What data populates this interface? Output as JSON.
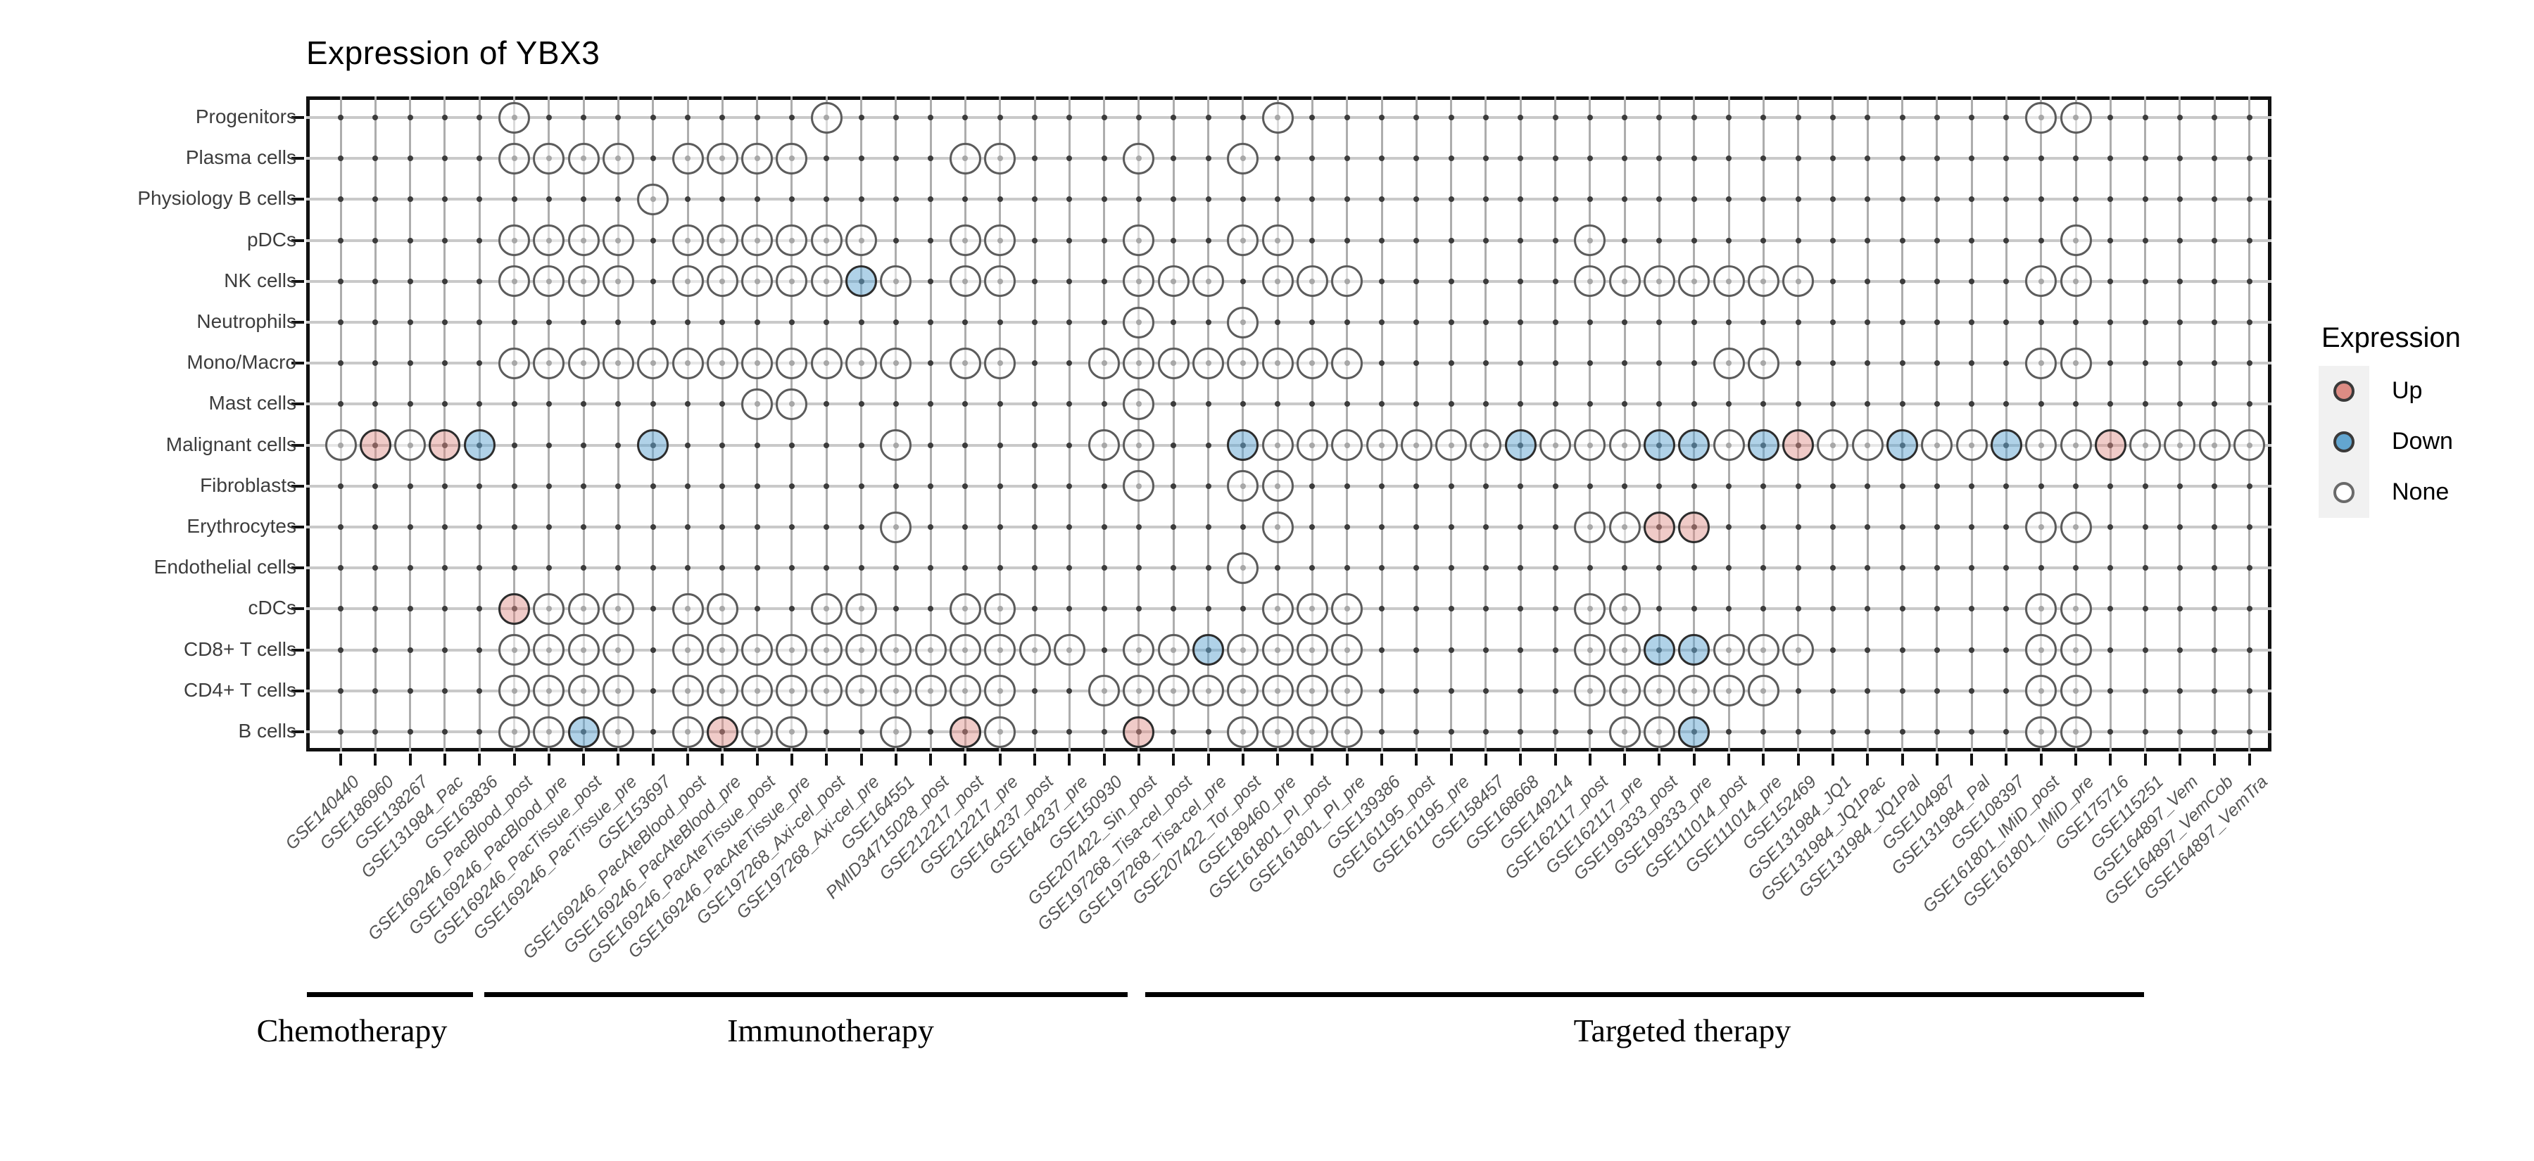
{
  "title": "Expression of YBX3",
  "legend": {
    "title": "Expression",
    "items": [
      {
        "label": "Up",
        "key_color": "#dd8c84",
        "plot_fill": "#f0cfca"
      },
      {
        "label": "Down",
        "key_color": "#63a6d0",
        "plot_fill": "#a8cfe7"
      },
      {
        "label": "None",
        "key_color": "#ffffff",
        "plot_fill": "#ffffff"
      }
    ]
  },
  "therapy_groups": [
    {
      "label": "Chemotherapy"
    },
    {
      "label": "Immunotherapy"
    },
    {
      "label": "Targeted therapy"
    }
  ],
  "chart_data": {
    "type": "heatmap",
    "subtype": "categorical-dot-matrix",
    "title": "Expression of YBX3",
    "legend_title": "Expression",
    "value_states": {
      "n": "None",
      "u": "Up",
      "d": "Down"
    },
    "x_categories": [
      "GSE140440",
      "GSE186960",
      "GSE138267",
      "GSE131984_Pac",
      "GSE163836",
      "GSE169246_PacBlood_post",
      "GSE169246_PacBlood_pre",
      "GSE169246_PacTissue_post",
      "GSE169246_PacTissue_pre",
      "GSE153697",
      "GSE169246_PacAteBlood_post",
      "GSE169246_PacAteBlood_pre",
      "GSE169246_PacAteTissue_post",
      "GSE169246_PacAteTissue_pre",
      "GSE197268_Axi-cel_post",
      "GSE197268_Axi-cel_pre",
      "GSE164551",
      "PMID34715028_post",
      "GSE212217_post",
      "GSE212217_pre",
      "GSE164237_post",
      "GSE164237_pre",
      "GSE150930",
      "GSE207422_Sin_post",
      "GSE197268_Tisa-cel_post",
      "GSE197268_Tisa-cel_pre",
      "GSE207422_Tor_post",
      "GSE189460_pre",
      "GSE161801_PI_post",
      "GSE161801_PI_pre",
      "GSE139386",
      "GSE161195_post",
      "GSE161195_pre",
      "GSE158457",
      "GSE168668",
      "GSE149214",
      "GSE162117_post",
      "GSE162117_pre",
      "GSE199333_post",
      "GSE199333_pre",
      "GSE111014_post",
      "GSE111014_pre",
      "GSE152469",
      "GSE131984_JQ1",
      "GSE131984_JQ1Pac",
      "GSE131984_JQ1Pal",
      "GSE104987",
      "GSE131984_Pal",
      "GSE108397",
      "GSE161801_IMiD_post",
      "GSE161801_IMiD_pre",
      "GSE175716",
      "GSE115251",
      "GSE164897_Vem",
      "GSE164897_VemCob",
      "GSE164897_VemTra"
    ],
    "y_categories": [
      "Progenitors",
      "Plasma cells",
      "Physiology B cells",
      "pDCs",
      "NK cells",
      "Neutrophils",
      "Mono/Macro",
      "Mast cells",
      "Malignant cells",
      "Fibroblasts",
      "Erythrocytes",
      "Endothelial cells",
      "cDCs",
      "CD8+ T cells",
      "CD4+ T cells",
      "B cells"
    ],
    "group_spans": [
      {
        "label": "Chemotherapy",
        "first_col": 1,
        "last_col": 4
      },
      {
        "label": "Immunotherapy",
        "first_col": 5,
        "last_col": 23
      },
      {
        "label": "Targeted therapy",
        "first_col": 24,
        "last_col": 52
      }
    ],
    "points": [
      [
        6,
        1,
        "n"
      ],
      [
        15,
        1,
        "n"
      ],
      [
        28,
        1,
        "n"
      ],
      [
        50,
        1,
        "n"
      ],
      [
        51,
        1,
        "n"
      ],
      [
        6,
        2,
        "n"
      ],
      [
        7,
        2,
        "n"
      ],
      [
        8,
        2,
        "n"
      ],
      [
        9,
        2,
        "n"
      ],
      [
        11,
        2,
        "n"
      ],
      [
        12,
        2,
        "n"
      ],
      [
        13,
        2,
        "n"
      ],
      [
        14,
        2,
        "n"
      ],
      [
        19,
        2,
        "n"
      ],
      [
        20,
        2,
        "n"
      ],
      [
        24,
        2,
        "n"
      ],
      [
        27,
        2,
        "n"
      ],
      [
        10,
        3,
        "n"
      ],
      [
        6,
        4,
        "n"
      ],
      [
        7,
        4,
        "n"
      ],
      [
        8,
        4,
        "n"
      ],
      [
        9,
        4,
        "n"
      ],
      [
        11,
        4,
        "n"
      ],
      [
        12,
        4,
        "n"
      ],
      [
        13,
        4,
        "n"
      ],
      [
        14,
        4,
        "n"
      ],
      [
        15,
        4,
        "n"
      ],
      [
        16,
        4,
        "n"
      ],
      [
        19,
        4,
        "n"
      ],
      [
        20,
        4,
        "n"
      ],
      [
        24,
        4,
        "n"
      ],
      [
        27,
        4,
        "n"
      ],
      [
        28,
        4,
        "n"
      ],
      [
        37,
        4,
        "n"
      ],
      [
        51,
        4,
        "n"
      ],
      [
        6,
        5,
        "n"
      ],
      [
        7,
        5,
        "n"
      ],
      [
        8,
        5,
        "n"
      ],
      [
        9,
        5,
        "n"
      ],
      [
        11,
        5,
        "n"
      ],
      [
        12,
        5,
        "n"
      ],
      [
        13,
        5,
        "n"
      ],
      [
        14,
        5,
        "n"
      ],
      [
        15,
        5,
        "n"
      ],
      [
        16,
        5,
        "d"
      ],
      [
        17,
        5,
        "n"
      ],
      [
        19,
        5,
        "n"
      ],
      [
        20,
        5,
        "n"
      ],
      [
        24,
        5,
        "n"
      ],
      [
        25,
        5,
        "n"
      ],
      [
        26,
        5,
        "n"
      ],
      [
        28,
        5,
        "n"
      ],
      [
        29,
        5,
        "n"
      ],
      [
        30,
        5,
        "n"
      ],
      [
        37,
        5,
        "n"
      ],
      [
        38,
        5,
        "n"
      ],
      [
        39,
        5,
        "n"
      ],
      [
        40,
        5,
        "n"
      ],
      [
        41,
        5,
        "n"
      ],
      [
        42,
        5,
        "n"
      ],
      [
        43,
        5,
        "n"
      ],
      [
        50,
        5,
        "n"
      ],
      [
        51,
        5,
        "n"
      ],
      [
        24,
        6,
        "n"
      ],
      [
        27,
        6,
        "n"
      ],
      [
        6,
        7,
        "n"
      ],
      [
        7,
        7,
        "n"
      ],
      [
        8,
        7,
        "n"
      ],
      [
        9,
        7,
        "n"
      ],
      [
        10,
        7,
        "n"
      ],
      [
        11,
        7,
        "n"
      ],
      [
        12,
        7,
        "n"
      ],
      [
        13,
        7,
        "n"
      ],
      [
        14,
        7,
        "n"
      ],
      [
        15,
        7,
        "n"
      ],
      [
        16,
        7,
        "n"
      ],
      [
        17,
        7,
        "n"
      ],
      [
        19,
        7,
        "n"
      ],
      [
        20,
        7,
        "n"
      ],
      [
        23,
        7,
        "n"
      ],
      [
        24,
        7,
        "n"
      ],
      [
        25,
        7,
        "n"
      ],
      [
        26,
        7,
        "n"
      ],
      [
        27,
        7,
        "n"
      ],
      [
        28,
        7,
        "n"
      ],
      [
        29,
        7,
        "n"
      ],
      [
        30,
        7,
        "n"
      ],
      [
        41,
        7,
        "n"
      ],
      [
        42,
        7,
        "n"
      ],
      [
        50,
        7,
        "n"
      ],
      [
        51,
        7,
        "n"
      ],
      [
        13,
        8,
        "n"
      ],
      [
        14,
        8,
        "n"
      ],
      [
        24,
        8,
        "n"
      ],
      [
        1,
        9,
        "n"
      ],
      [
        2,
        9,
        "u"
      ],
      [
        3,
        9,
        "n"
      ],
      [
        4,
        9,
        "u"
      ],
      [
        5,
        9,
        "d"
      ],
      [
        10,
        9,
        "d"
      ],
      [
        17,
        9,
        "n"
      ],
      [
        23,
        9,
        "n"
      ],
      [
        24,
        9,
        "n"
      ],
      [
        27,
        9,
        "d"
      ],
      [
        28,
        9,
        "n"
      ],
      [
        29,
        9,
        "n"
      ],
      [
        30,
        9,
        "n"
      ],
      [
        31,
        9,
        "n"
      ],
      [
        32,
        9,
        "n"
      ],
      [
        33,
        9,
        "n"
      ],
      [
        34,
        9,
        "n"
      ],
      [
        35,
        9,
        "d"
      ],
      [
        36,
        9,
        "n"
      ],
      [
        37,
        9,
        "n"
      ],
      [
        38,
        9,
        "n"
      ],
      [
        39,
        9,
        "d"
      ],
      [
        40,
        9,
        "d"
      ],
      [
        41,
        9,
        "n"
      ],
      [
        42,
        9,
        "d"
      ],
      [
        43,
        9,
        "u"
      ],
      [
        44,
        9,
        "n"
      ],
      [
        45,
        9,
        "n"
      ],
      [
        46,
        9,
        "d"
      ],
      [
        47,
        9,
        "n"
      ],
      [
        48,
        9,
        "n"
      ],
      [
        49,
        9,
        "d"
      ],
      [
        50,
        9,
        "n"
      ],
      [
        51,
        9,
        "n"
      ],
      [
        52,
        9,
        "u"
      ],
      [
        53,
        9,
        "n"
      ],
      [
        54,
        9,
        "n"
      ],
      [
        55,
        9,
        "n"
      ],
      [
        56,
        9,
        "n"
      ],
      [
        24,
        10,
        "n"
      ],
      [
        27,
        10,
        "n"
      ],
      [
        28,
        10,
        "n"
      ],
      [
        17,
        11,
        "n"
      ],
      [
        28,
        11,
        "n"
      ],
      [
        37,
        11,
        "n"
      ],
      [
        38,
        11,
        "n"
      ],
      [
        39,
        11,
        "u"
      ],
      [
        40,
        11,
        "u"
      ],
      [
        50,
        11,
        "n"
      ],
      [
        51,
        11,
        "n"
      ],
      [
        27,
        12,
        "n"
      ],
      [
        6,
        13,
        "u"
      ],
      [
        7,
        13,
        "n"
      ],
      [
        8,
        13,
        "n"
      ],
      [
        9,
        13,
        "n"
      ],
      [
        11,
        13,
        "n"
      ],
      [
        12,
        13,
        "n"
      ],
      [
        15,
        13,
        "n"
      ],
      [
        16,
        13,
        "n"
      ],
      [
        19,
        13,
        "n"
      ],
      [
        20,
        13,
        "n"
      ],
      [
        28,
        13,
        "n"
      ],
      [
        29,
        13,
        "n"
      ],
      [
        30,
        13,
        "n"
      ],
      [
        37,
        13,
        "n"
      ],
      [
        38,
        13,
        "n"
      ],
      [
        50,
        13,
        "n"
      ],
      [
        51,
        13,
        "n"
      ],
      [
        6,
        14,
        "n"
      ],
      [
        7,
        14,
        "n"
      ],
      [
        8,
        14,
        "n"
      ],
      [
        9,
        14,
        "n"
      ],
      [
        11,
        14,
        "n"
      ],
      [
        12,
        14,
        "n"
      ],
      [
        13,
        14,
        "n"
      ],
      [
        14,
        14,
        "n"
      ],
      [
        15,
        14,
        "n"
      ],
      [
        16,
        14,
        "n"
      ],
      [
        17,
        14,
        "n"
      ],
      [
        18,
        14,
        "n"
      ],
      [
        19,
        14,
        "n"
      ],
      [
        20,
        14,
        "n"
      ],
      [
        21,
        14,
        "n"
      ],
      [
        22,
        14,
        "n"
      ],
      [
        24,
        14,
        "n"
      ],
      [
        25,
        14,
        "n"
      ],
      [
        26,
        14,
        "d"
      ],
      [
        27,
        14,
        "n"
      ],
      [
        28,
        14,
        "n"
      ],
      [
        29,
        14,
        "n"
      ],
      [
        30,
        14,
        "n"
      ],
      [
        37,
        14,
        "n"
      ],
      [
        38,
        14,
        "n"
      ],
      [
        39,
        14,
        "d"
      ],
      [
        40,
        14,
        "d"
      ],
      [
        41,
        14,
        "n"
      ],
      [
        42,
        14,
        "n"
      ],
      [
        43,
        14,
        "n"
      ],
      [
        50,
        14,
        "n"
      ],
      [
        51,
        14,
        "n"
      ],
      [
        6,
        15,
        "n"
      ],
      [
        7,
        15,
        "n"
      ],
      [
        8,
        15,
        "n"
      ],
      [
        9,
        15,
        "n"
      ],
      [
        11,
        15,
        "n"
      ],
      [
        12,
        15,
        "n"
      ],
      [
        13,
        15,
        "n"
      ],
      [
        14,
        15,
        "n"
      ],
      [
        15,
        15,
        "n"
      ],
      [
        16,
        15,
        "n"
      ],
      [
        17,
        15,
        "n"
      ],
      [
        18,
        15,
        "n"
      ],
      [
        19,
        15,
        "n"
      ],
      [
        20,
        15,
        "n"
      ],
      [
        23,
        15,
        "n"
      ],
      [
        24,
        15,
        "n"
      ],
      [
        25,
        15,
        "n"
      ],
      [
        26,
        15,
        "n"
      ],
      [
        27,
        15,
        "n"
      ],
      [
        28,
        15,
        "n"
      ],
      [
        29,
        15,
        "n"
      ],
      [
        30,
        15,
        "n"
      ],
      [
        37,
        15,
        "n"
      ],
      [
        38,
        15,
        "n"
      ],
      [
        39,
        15,
        "n"
      ],
      [
        40,
        15,
        "n"
      ],
      [
        41,
        15,
        "n"
      ],
      [
        42,
        15,
        "n"
      ],
      [
        50,
        15,
        "n"
      ],
      [
        51,
        15,
        "n"
      ],
      [
        6,
        16,
        "n"
      ],
      [
        7,
        16,
        "n"
      ],
      [
        8,
        16,
        "d"
      ],
      [
        9,
        16,
        "n"
      ],
      [
        11,
        16,
        "n"
      ],
      [
        12,
        16,
        "u"
      ],
      [
        13,
        16,
        "n"
      ],
      [
        14,
        16,
        "n"
      ],
      [
        17,
        16,
        "n"
      ],
      [
        19,
        16,
        "u"
      ],
      [
        20,
        16,
        "n"
      ],
      [
        24,
        16,
        "u"
      ],
      [
        27,
        16,
        "n"
      ],
      [
        28,
        16,
        "n"
      ],
      [
        29,
        16,
        "n"
      ],
      [
        30,
        16,
        "n"
      ],
      [
        38,
        16,
        "n"
      ],
      [
        39,
        16,
        "n"
      ],
      [
        40,
        16,
        "d"
      ],
      [
        50,
        16,
        "n"
      ],
      [
        51,
        16,
        "n"
      ]
    ]
  }
}
